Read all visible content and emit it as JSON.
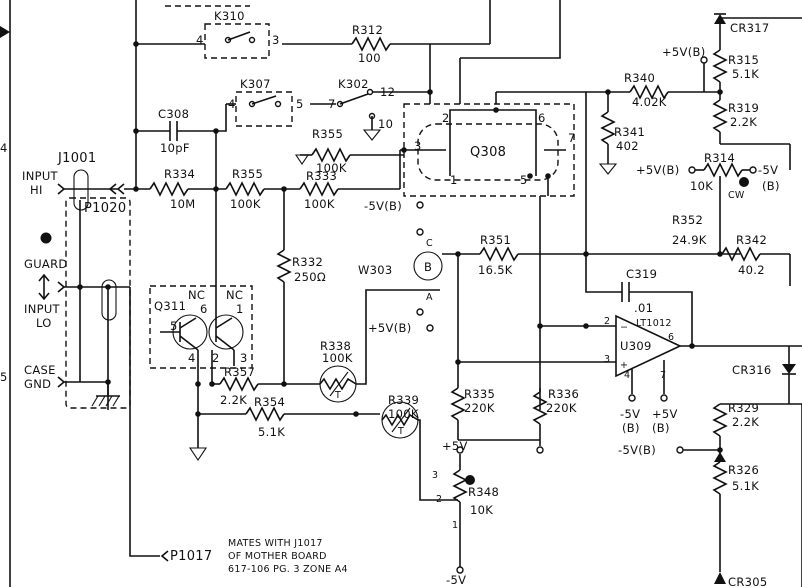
{
  "margin": {
    "grid_a": "4",
    "grid_b": "5"
  },
  "terminals": {
    "input_hi_1": "INPUT",
    "input_hi_2": "HI",
    "guard": "GUARD",
    "input_lo_1": "INPUT",
    "input_lo_2": "LO",
    "case_gnd_1": "CASE",
    "case_gnd_2": "GND",
    "j1001": "J1001",
    "p1020": "P1020",
    "p1017": "P1017",
    "mates_1": "MATES WITH J1017",
    "mates_2": "OF MOTHER BOARD",
    "mates_3": "617-106 PG. 3 ZONE A4"
  },
  "relays": {
    "k310": "K310",
    "k310_p4": "4",
    "k310_p3": "3",
    "k307": "K307",
    "k307_p4": "4",
    "k307_p5": "5",
    "k302": "K302",
    "k302_p7": "7",
    "k302_p12": "12",
    "k302_p10": "10"
  },
  "resistors": {
    "r312": "R312",
    "r312_v": "100",
    "r334": "R334",
    "r334_v": "10M",
    "r355a": "R355",
    "r355a_v": "100K",
    "r355b": "R355",
    "r355b_v": "100K",
    "r333": "R333",
    "r333_v": "100K",
    "r332": "R332",
    "r332_v": "250Ω",
    "r357": "R357",
    "r357_v": "2.2K",
    "r354": "R354",
    "r354_v": "5.1K",
    "r338": "R338",
    "r338_v": "100K",
    "r339": "R339",
    "r339_v": "100K",
    "r348": "R348",
    "r348_v": "10K",
    "r351": "R351",
    "r351_v": "16.5K",
    "r335": "R335",
    "r335_v": "220K",
    "r336": "R336",
    "r336_v": "220K",
    "r340": "R340",
    "r340_v": "4.02K",
    "r341": "R341",
    "r341_v": "402",
    "r315": "R315",
    "r315_v": "5.1K",
    "r319": "R319",
    "r319_v": "2.2K",
    "r314": "R314",
    "r314_v": "10K",
    "r352": "R352",
    "r352_v": "24.9K",
    "r342": "R342",
    "r342_v": "40.2",
    "r329": "R329",
    "r329_v": "2.2K",
    "r326": "R326",
    "r326_v": "5.1K"
  },
  "capacitors": {
    "c308": "C308",
    "c308_v": "10pF",
    "c319": "C319",
    "c319_v": ".01"
  },
  "semis": {
    "q308": "Q308",
    "q311": "Q311",
    "nc1": "NC",
    "nc2": "NC",
    "u309": "U309",
    "u309_type": "LT1012",
    "cr317": "CR317",
    "cr316": "CR316",
    "cr305": "CR305",
    "t1": "T",
    "t2": "T"
  },
  "pins": {
    "q308_1": "1",
    "q308_2": "2",
    "q308_3": "3",
    "q308_5": "5",
    "q308_6": "6",
    "q308_7": "7",
    "q311_1": "1",
    "q311_2": "2",
    "q311_3": "3",
    "q311_4": "4",
    "q311_5": "5",
    "q311_6": "6",
    "u309_2": "2",
    "u309_3": "3",
    "u309_4": "4",
    "u309_6": "6",
    "u309_7": "7",
    "r348_1": "1",
    "r348_2": "2",
    "r348_3": "3",
    "w303_a": "A",
    "w303_b": "B",
    "w303_c": "C"
  },
  "supplies": {
    "neg5vb_1": "-5V(B)",
    "pos5vb_1": "+5V(B)",
    "pos5vb_2": "+5V(B)",
    "pos5vb_3": "+5V(B)",
    "neg5v_1": "-5V",
    "neg5v_u": "-5V",
    "neg5v_ub": "(B)",
    "pos5v_u": "+5V",
    "pos5v_ub": "(B)",
    "neg5vb_r": "-5V(B)",
    "pos5v_r348": "+5V",
    "neg5v_r348": "-5V",
    "neg5v_r314": "-5V",
    "neg5v_r314b": "(B)",
    "cw": "CW"
  },
  "misc": {
    "w303": "W303",
    "guard_marker": "●"
  }
}
